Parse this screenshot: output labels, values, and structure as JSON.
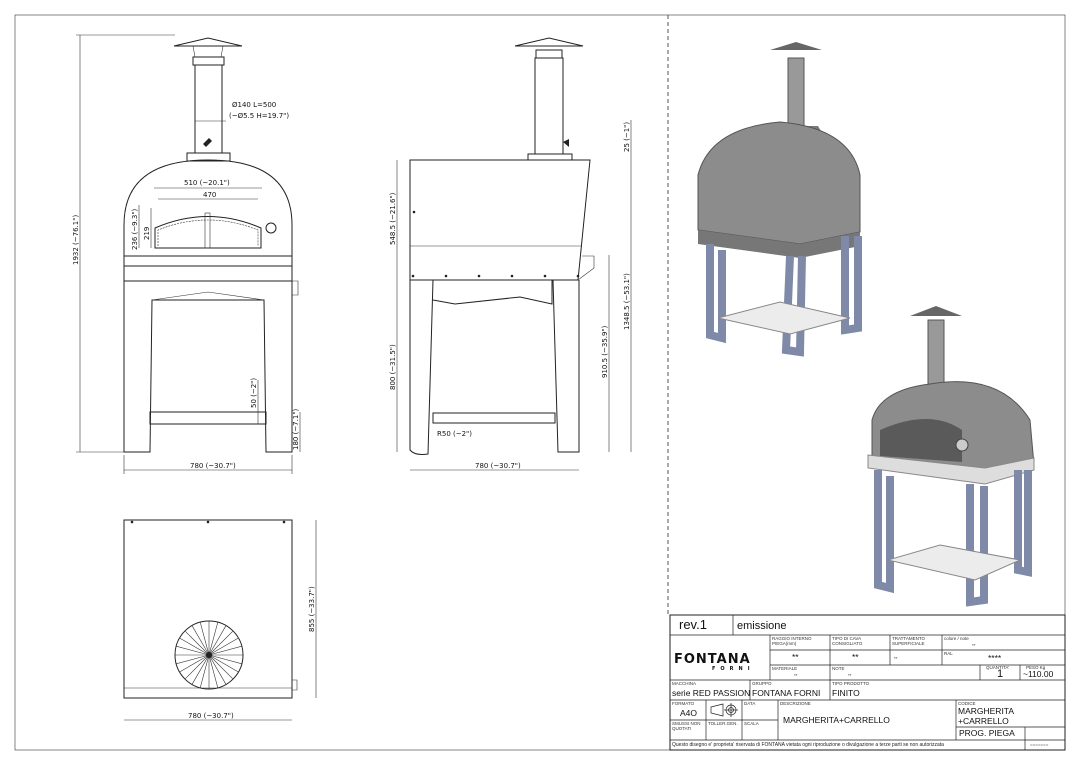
{
  "front_view": {
    "flue_dim_1": "Ø140 L=500",
    "flue_dim_2": "(~Ø5.5 H=19.7\")",
    "mouth_outer_width": "510 (~20.1\")",
    "mouth_inner_width": "470",
    "mouth_outer_height": "236 (~9.3\")",
    "mouth_inner_height": "219",
    "total_height": "1932 (~76.1\")",
    "shelf_thickness": "50 (~2\")",
    "shelf_height": "180 (~7.1\")",
    "width": "780 (~30.7\")"
  },
  "side_view": {
    "flue_collar": "25 (~1\")",
    "dome_height": "548.5 (~21.6\")",
    "stand_height": "800 (~31.5\")",
    "shelf_top_height": "910.5 (~35.9\")",
    "oven_top_height": "1348.5 (~53.1\")",
    "wheel_radius": "R50 (~2\")",
    "depth": "780 (~30.7\")"
  },
  "top_view": {
    "depth": "855 (~33.7\")",
    "width": "780 (~30.7\")"
  },
  "title_block": {
    "revision": "rev.1",
    "revision_note": "emissione",
    "logo": "FONTANA FORNI",
    "raggio_label": "RAGGIO INTERNO PIEGA(mm)",
    "raggio_value": "**",
    "cava_label": "TIPO DI CAVA CONSIGLIATO",
    "cava_value": "**",
    "trattamento_label": "TRATTAMENTO SUPERFICIALE",
    "trattamento_value": "**",
    "colore_label": "colore / note",
    "colore_value": "**",
    "ral_label": "RAL",
    "ral_value": "****",
    "materiale_label": "MATERIALE",
    "materiale_value": "**",
    "note_label": "NOTE",
    "note_value": "**",
    "quantita_label": "QUANTITA'",
    "quantita_value": "1",
    "peso_label": "PESO Kg",
    "peso_value": "~110.00",
    "macchina_label": "MACCHINA",
    "macchina_value": "serie RED PASSION",
    "gruppo_label": "GRUPPO",
    "gruppo_value": "FONTANA FORNI",
    "tipo_label": "TIPO PRODOTTO",
    "tipo_value": "FINITO",
    "formato_label": "FORMATO",
    "formato_value": "A4O",
    "data_label": "DATA",
    "descrizione_label": "DESCRIZIONE",
    "descrizione_value": "MARGHERITA+CARRELLO",
    "codice_label": "CODICE",
    "codice_line1": "MARGHERITA",
    "codice_line2": "+CARRELLO",
    "smussi_label": "SMUSSI NON QUOTATI",
    "toller_label": "TOLLER.GEN.",
    "scala_label": "SCALA",
    "prog_label": "PROG. PIEGA",
    "footer": "Questo disegno e' proprieta' riservata di FONTANA vietata ogni riproduzione o divulgazione a terze parti se non autorizzata",
    "footer_code": "=======",
    "projection_icon": "first-angle-projection-icon"
  }
}
